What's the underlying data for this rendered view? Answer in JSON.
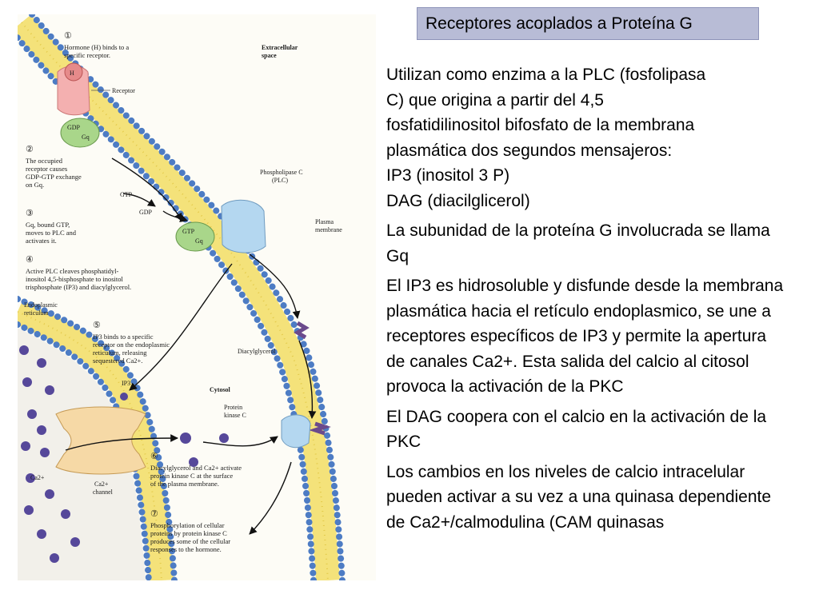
{
  "slide": {
    "title": "Receptores acoplados a Proteína G",
    "intro_lines": [
      "Utilizan como enzima a la PLC (fosfolipasa",
      "C) que origina a partir del 4,5",
      "fosfatidilinositol bifosfato de la membrana",
      "plasmática dos segundos mensajeros:",
      "IP3  (inositol 3 P)",
      "DAG (diacilglicerol)"
    ],
    "p2": "La subunidad de la proteína G involucrada se llama Gq",
    "p3": "El IP3 es hidrosoluble y disfunde desde la membrana plasmática hacia el retículo endoplasmico, se une a receptores específicos de IP3 y permite la apertura de canales Ca2+.  Esta salida del calcio al citosol provoca la activación de la PKC",
    "p4": "El DAG coopera con el calcio en la activación de la PKC",
    "p5": "Los cambios en los niveles de calcio intracelular pueden activar a su vez a una quinasa dependiente de Ca2+/calmodulina (CAM quinasas"
  },
  "figure": {
    "colors": {
      "membrane": "#f4e27a",
      "bead": "#4d7cc4",
      "receptor": "#f4b0b0",
      "gprotein": "#a9d68a",
      "plc": "#b4d7f0",
      "channel": "#f6d9a6",
      "ion": "#56489a",
      "dag": "#6b4a8c"
    },
    "extracellular": [
      "Extracellular",
      "space"
    ],
    "cytosol": "Cytosol",
    "receptor": "Receptor",
    "hormone": "H",
    "gdp_on_receptor": "GDP",
    "gq_on_receptor": "Gq",
    "plc": [
      "Phospholipase C",
      "(PLC)"
    ],
    "gtp_in": "GTP",
    "gdp_out": "GDP",
    "gtp_on_plc": "GTP",
    "gq_on_plc": "Gq",
    "plasma_membrane": [
      "Plasma",
      "membrane"
    ],
    "er": [
      "Endoplasmic",
      "reticulum"
    ],
    "dag": "Diacylglycerol",
    "ip3": "IP3",
    "pkc": [
      "Protein",
      "kinase C"
    ],
    "ca": "Ca2+",
    "ca_channel": [
      "Ca2+",
      "channel"
    ],
    "step_numbers": [
      "①",
      "②",
      "③",
      "④",
      "⑤",
      "⑥",
      "⑦"
    ],
    "step1": [
      "Hormone (H) binds to a",
      "specific receptor."
    ],
    "step2": [
      "The occupied",
      "receptor causes",
      "GDP-GTP exchange",
      "on Gq."
    ],
    "step3": [
      "Gq, bound GTP,",
      "moves to PLC and",
      "activates it."
    ],
    "step4": [
      "Active PLC cleaves phosphatidyl-",
      "inositol 4,5-bisphosphate to inositol",
      "trisphosphate (IP3) and diacylglycerol."
    ],
    "step5": [
      "IP3 binds to a specific",
      "receptor on the endoplasmic",
      "reticulum, releasing",
      "sequestered Ca2+."
    ],
    "step6": [
      "Diacylglycerol and Ca2+ activate",
      "protein kinase C at the surface",
      "of the plasma membrane."
    ],
    "step7": [
      "Phosphorylation of cellular",
      "proteins by protein kinase C",
      "produces some of the cellular",
      "responses to the hormone."
    ]
  }
}
